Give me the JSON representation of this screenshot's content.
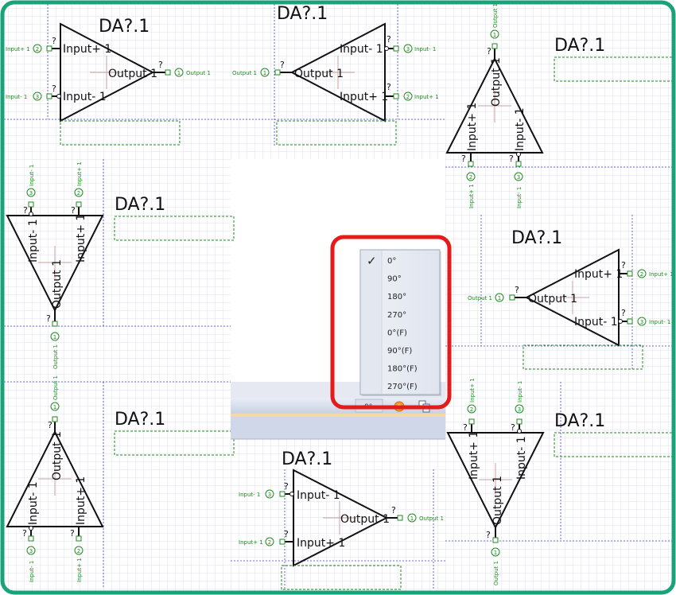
{
  "designator": "DA?.1",
  "pin_marker": "?",
  "labels": {
    "input_plus": "Input+ 1",
    "input_minus": "Input- 1",
    "output": "Output 1"
  },
  "pin_numbers": {
    "input_plus": "2",
    "input_minus": "3",
    "output": "1"
  },
  "toolbar": {
    "rotation_value": "0°"
  },
  "rotation_menu": {
    "selected_index": 0,
    "check_mark": "✓",
    "options": [
      "0°",
      "90°",
      "180°",
      "270°",
      "0°(F)",
      "90°(F)",
      "180°(F)",
      "270°(F)"
    ]
  },
  "colors": {
    "frame_border": "#1aa37a",
    "highlight_box": "#e31b1b",
    "pin_green": "#1f8a1f",
    "grid_dashed": "#4040c0",
    "component_line": "#111111"
  }
}
